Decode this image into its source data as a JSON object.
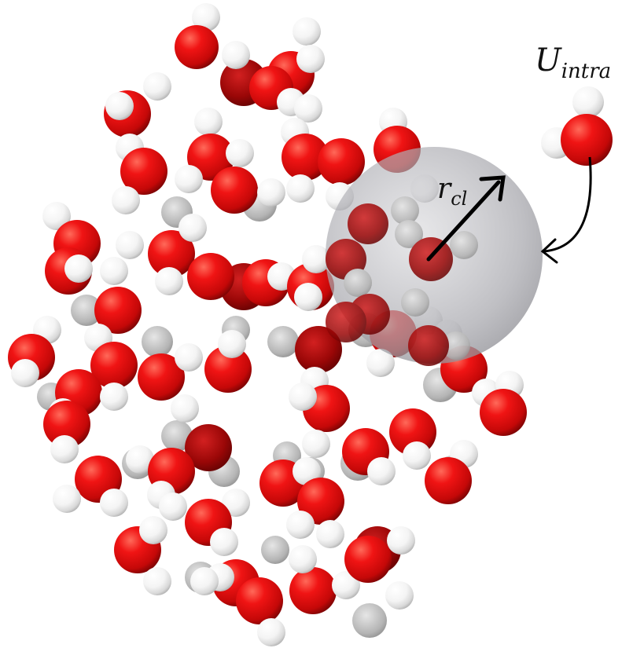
{
  "labels": {
    "radius_symbol": "r",
    "radius_subscript": "cl",
    "energy_symbol": "U",
    "energy_subscript": "intra"
  },
  "colors": {
    "oxygen": "#e01010",
    "oxygen_dark": "#8a0606",
    "hydrogen": "#ffffff",
    "hydrogen_shade": "#c8c8c8",
    "cluster_sphere": "#a8a8ae",
    "arrow": "#000000",
    "background": "#ffffff"
  }
}
